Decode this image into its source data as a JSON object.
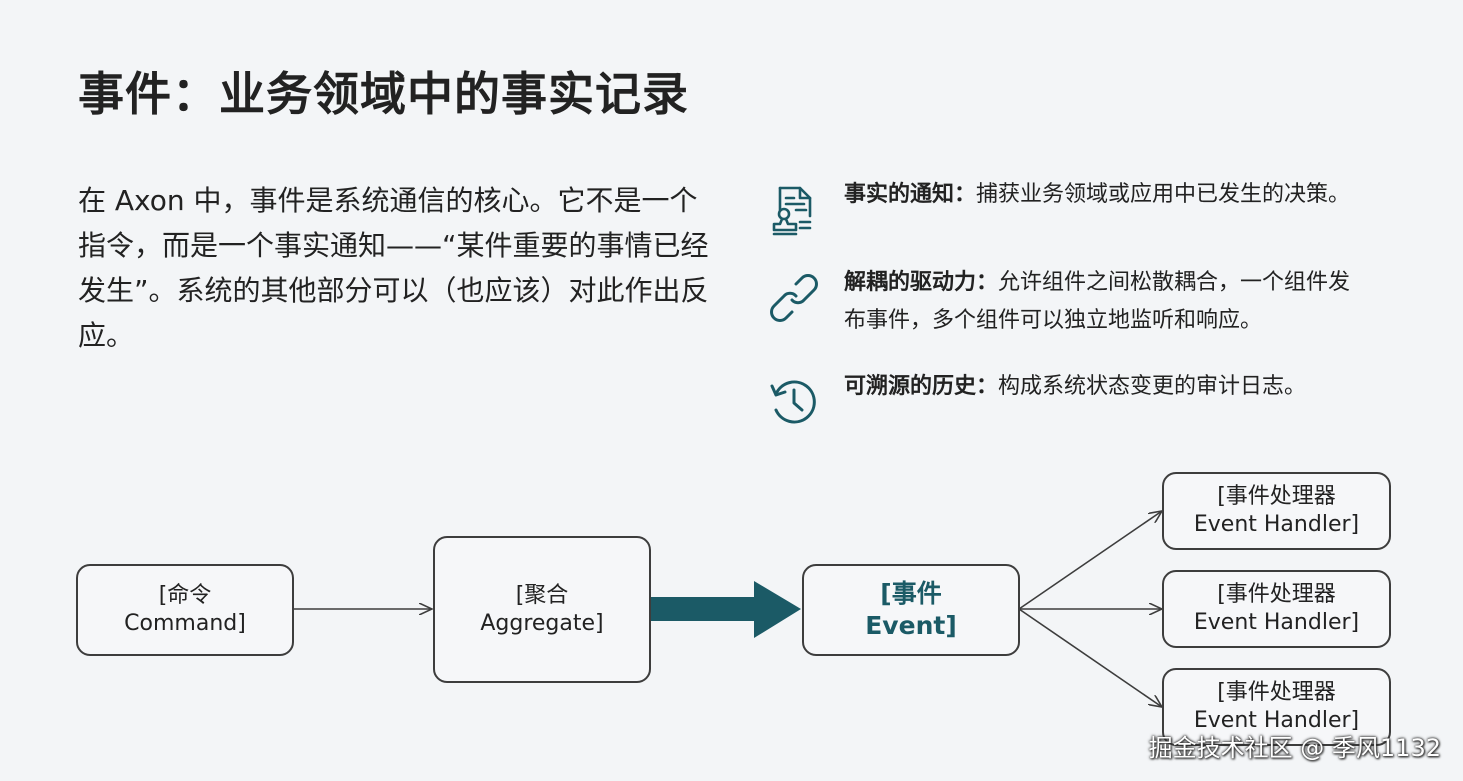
{
  "title": "事件：业务领域中的事实记录",
  "intro": "在 Axon 中，事件是系统通信的核心。它不是一个指令，而是一个事实通知——“某件重要的事情已经发生”。系统的其他部分可以（也应该）对此作出反应。",
  "features": [
    {
      "icon": "document-stamp-icon",
      "label": "事实的通知：",
      "desc": "捕获业务领域或应用中已发生的决策。"
    },
    {
      "icon": "link-icon",
      "label": "解耦的驱动力：",
      "desc": "允许组件之间松散耦合，一个组件发布事件，多个组件可以独立地监听和响应。"
    },
    {
      "icon": "history-icon",
      "label": "可溯源的历史：",
      "desc": "构成系统状态变更的审计日志。"
    }
  ],
  "diagram": {
    "command": {
      "line1": "[命令",
      "line2": "Command]"
    },
    "aggregate": {
      "line1": "[聚合",
      "line2": "Aggregate]"
    },
    "event": {
      "line1": "[事件",
      "line2": "Event]"
    },
    "handlers": [
      {
        "line1": "[事件处理器",
        "line2": "Event Handler]"
      },
      {
        "line1": "[事件处理器",
        "line2": "Event Handler]"
      },
      {
        "line1": "[事件处理器",
        "line2": "Event Handler]"
      }
    ],
    "accent_color": "#1b5a66"
  },
  "watermark": "掘金技术社区 @ 季风1132"
}
